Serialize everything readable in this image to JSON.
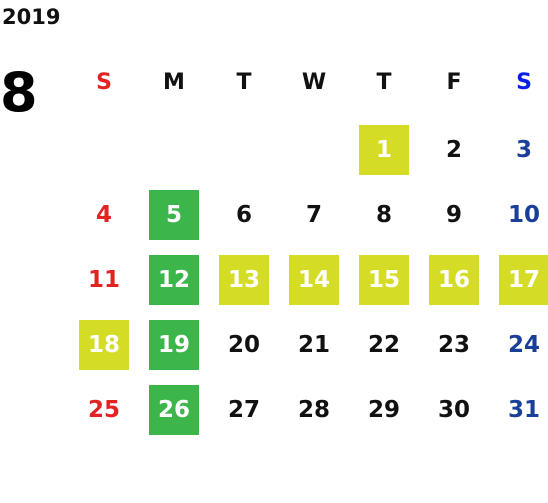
{
  "calendar": {
    "year": "2019",
    "month": "8",
    "weekdays": [
      "S",
      "M",
      "T",
      "W",
      "T",
      "F",
      "S"
    ],
    "weeks": [
      [
        null,
        null,
        null,
        null,
        {
          "day": "1",
          "highlight": "yellow"
        },
        {
          "day": "2"
        },
        {
          "day": "3"
        }
      ],
      [
        {
          "day": "4"
        },
        {
          "day": "5",
          "highlight": "green"
        },
        {
          "day": "6"
        },
        {
          "day": "7"
        },
        {
          "day": "8"
        },
        {
          "day": "9"
        },
        {
          "day": "10"
        }
      ],
      [
        {
          "day": "11"
        },
        {
          "day": "12",
          "highlight": "green"
        },
        {
          "day": "13",
          "highlight": "yellow"
        },
        {
          "day": "14",
          "highlight": "yellow"
        },
        {
          "day": "15",
          "highlight": "yellow"
        },
        {
          "day": "16",
          "highlight": "yellow"
        },
        {
          "day": "17",
          "highlight": "yellow"
        }
      ],
      [
        {
          "day": "18",
          "highlight": "yellow"
        },
        {
          "day": "19",
          "highlight": "green"
        },
        {
          "day": "20"
        },
        {
          "day": "21"
        },
        {
          "day": "22"
        },
        {
          "day": "23"
        },
        {
          "day": "24"
        }
      ],
      [
        {
          "day": "25"
        },
        {
          "day": "26",
          "highlight": "green"
        },
        {
          "day": "27"
        },
        {
          "day": "28"
        },
        {
          "day": "29"
        },
        {
          "day": "30"
        },
        {
          "day": "31"
        }
      ]
    ]
  },
  "colors": {
    "sunday": "#e32222",
    "saturday": "#1a3f99",
    "saturday_header": "#0a1ee6",
    "highlight_yellow": "#d4dc26",
    "highlight_green": "#3cb54a",
    "text": "#111111"
  }
}
